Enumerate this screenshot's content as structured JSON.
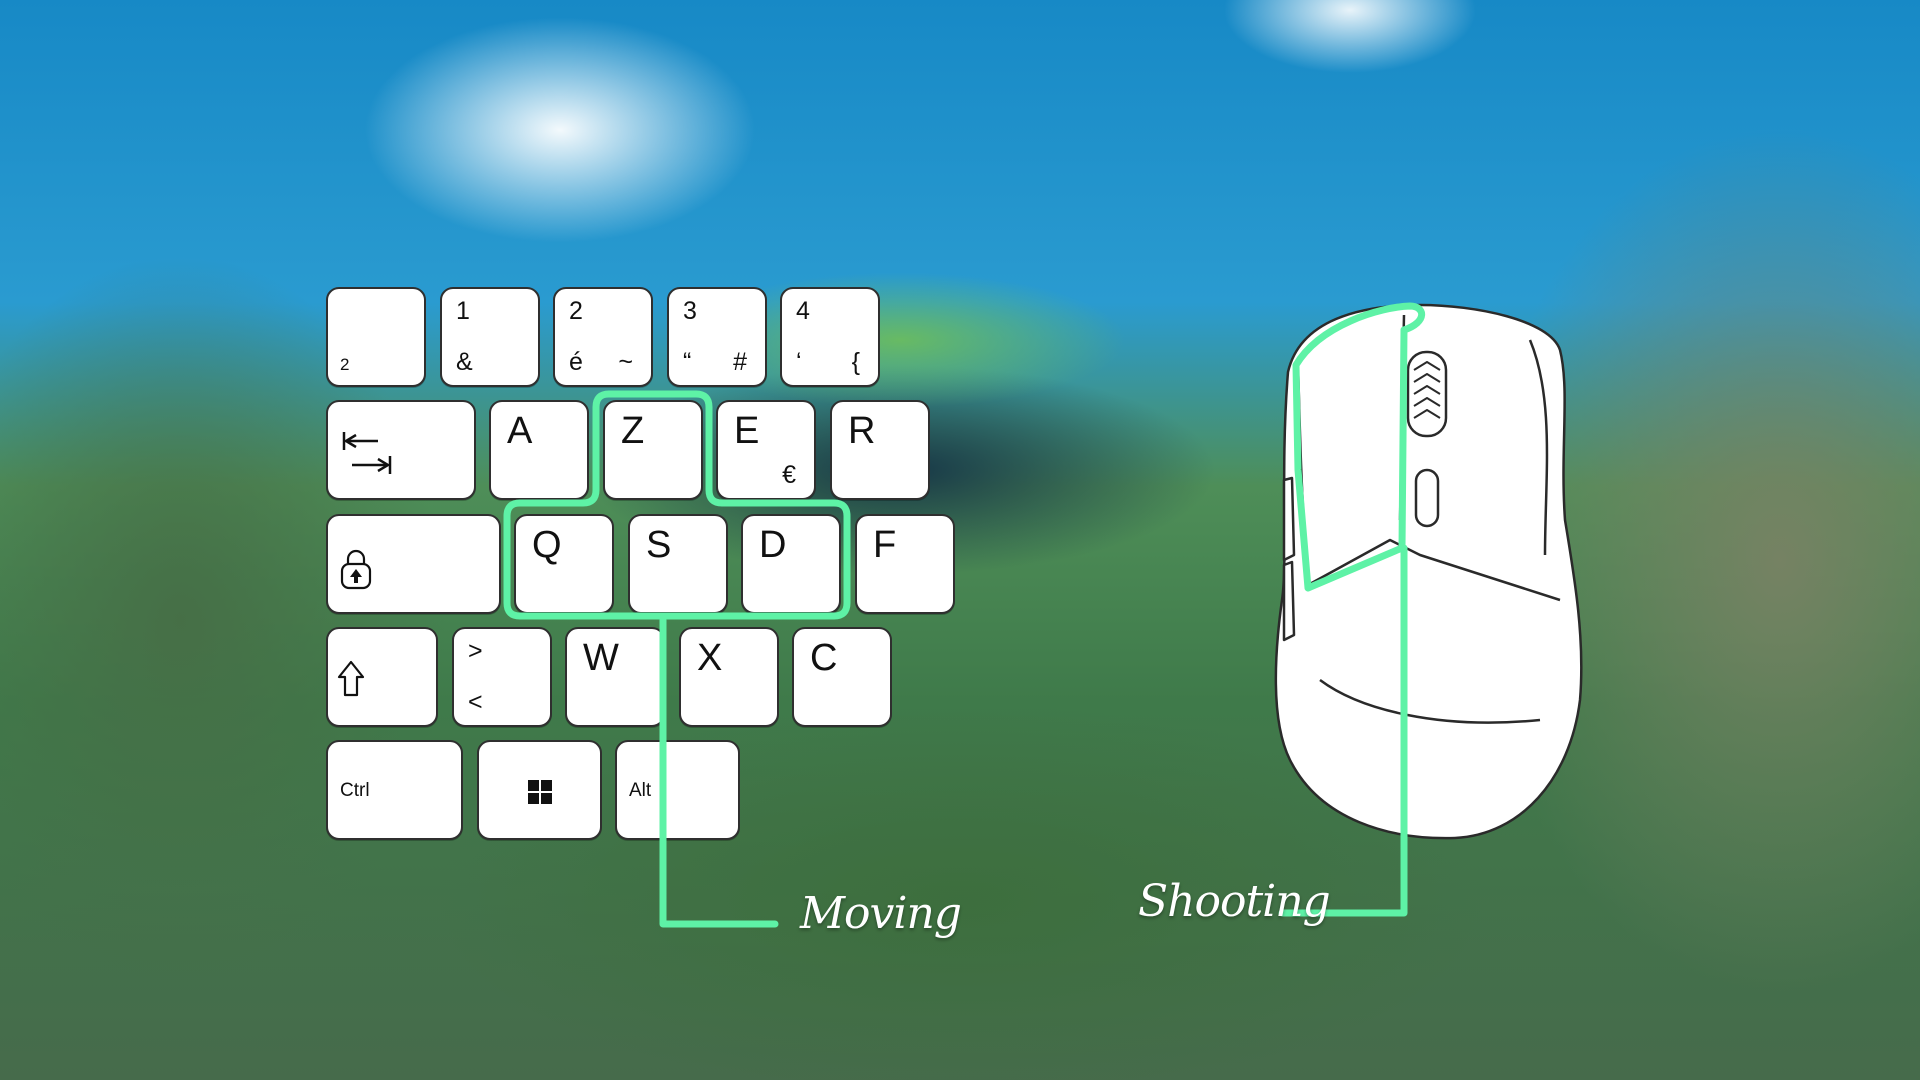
{
  "keyboard": {
    "row1": {
      "k0": {
        "bottom": "2"
      },
      "k1": {
        "top": "1",
        "bottom": "&"
      },
      "k2": {
        "top": "2",
        "bottom_left": "é",
        "bottom_right": "~"
      },
      "k3": {
        "top": "3",
        "bottom_left": "“",
        "bottom_right": "#"
      },
      "k4": {
        "top": "4",
        "bottom_left": "‘",
        "bottom_right": "{"
      }
    },
    "row2": {
      "a": "A",
      "z": "Z",
      "e": "E",
      "e_alt": "€",
      "r": "R"
    },
    "row3": {
      "q": "Q",
      "s": "S",
      "d": "D",
      "f": "F"
    },
    "row4": {
      "angle_top": ">",
      "angle_bottom": "<",
      "w": "W",
      "x": "X",
      "c": "C"
    },
    "row5": {
      "ctrl": "Ctrl",
      "alt": "Alt"
    }
  },
  "labels": {
    "moving": "Moving",
    "shooting": "Shooting"
  },
  "colors": {
    "highlight": "#5ef2a6",
    "key_fill": "#ffffff",
    "key_border": "#2f2f2f"
  },
  "icons": [
    "tab-icon",
    "caps-lock-icon",
    "shift-icon",
    "windows-icon",
    "mouse-icon"
  ]
}
